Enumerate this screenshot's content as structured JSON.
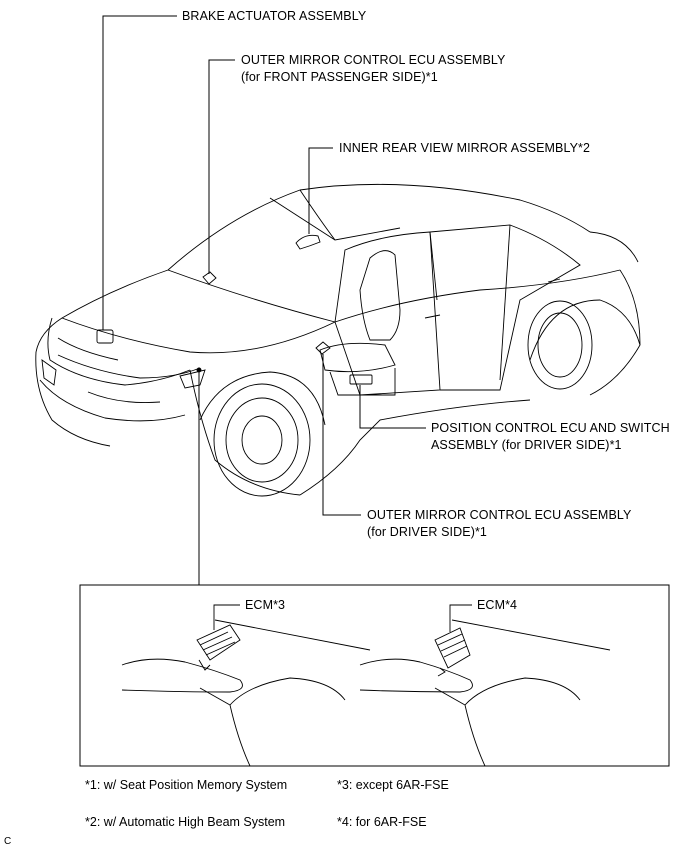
{
  "labels": {
    "brake_actuator": "BRAKE ACTUATOR ASSEMBLY",
    "outer_mirror_passenger_1": "OUTER MIRROR CONTROL ECU ASSEMBLY",
    "outer_mirror_passenger_2": "(for FRONT PASSENGER SIDE)*1",
    "inner_rear_view_mirror": "INNER REAR VIEW MIRROR ASSEMBLY*2",
    "position_control_1": "POSITION CONTROL ECU AND SWITCH",
    "position_control_2": "ASSEMBLY (for DRIVER SIDE)*1",
    "outer_mirror_driver_1": "OUTER MIRROR CONTROL ECU ASSEMBLY",
    "outer_mirror_driver_2": "(for DRIVER SIDE)*1",
    "ecm_left": "ECM*3",
    "ecm_right": "ECM*4"
  },
  "footnotes": {
    "n1": "*1: w/ Seat Position Memory System",
    "n2": "*2: w/ Automatic High Beam System",
    "n3": "*3: except 6AR-FSE",
    "n4": "*4: for 6AR-FSE"
  },
  "corner_code": "C"
}
